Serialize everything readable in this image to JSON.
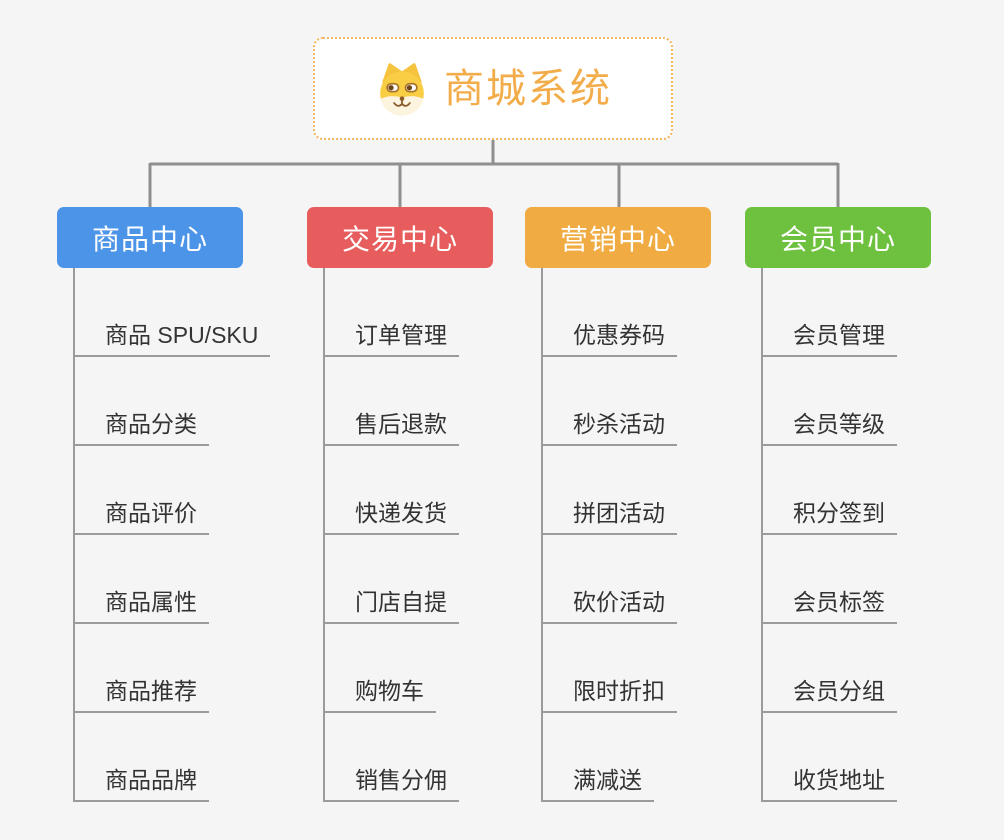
{
  "root": {
    "title": "商城系统",
    "icon": "shiba-dog-icon"
  },
  "branches": [
    {
      "label": "商品中心",
      "color": "#4B94E8",
      "children": [
        "商品 SPU/SKU",
        "商品分类",
        "商品评价",
        "商品属性",
        "商品推荐",
        "商品品牌"
      ]
    },
    {
      "label": "交易中心",
      "color": "#E75C5C",
      "children": [
        "订单管理",
        "售后退款",
        "快递发货",
        "门店自提",
        "购物车",
        "销售分佣"
      ]
    },
    {
      "label": "营销中心",
      "color": "#F0AC43",
      "children": [
        "优惠券码",
        "秒杀活动",
        "拼团活动",
        "砍价活动",
        "限时折扣",
        "满减送"
      ]
    },
    {
      "label": "会员中心",
      "color": "#6EC13E",
      "children": [
        "会员管理",
        "会员等级",
        "积分签到",
        "会员标签",
        "会员分组",
        "收货地址"
      ]
    }
  ],
  "colors": {
    "background": "#f5f5f6",
    "connector": "#8f8f8f",
    "child_line": "#9b9b9b",
    "child_text": "#333333",
    "root_text": "#F3AC4A",
    "root_border": "#F4B55E"
  }
}
